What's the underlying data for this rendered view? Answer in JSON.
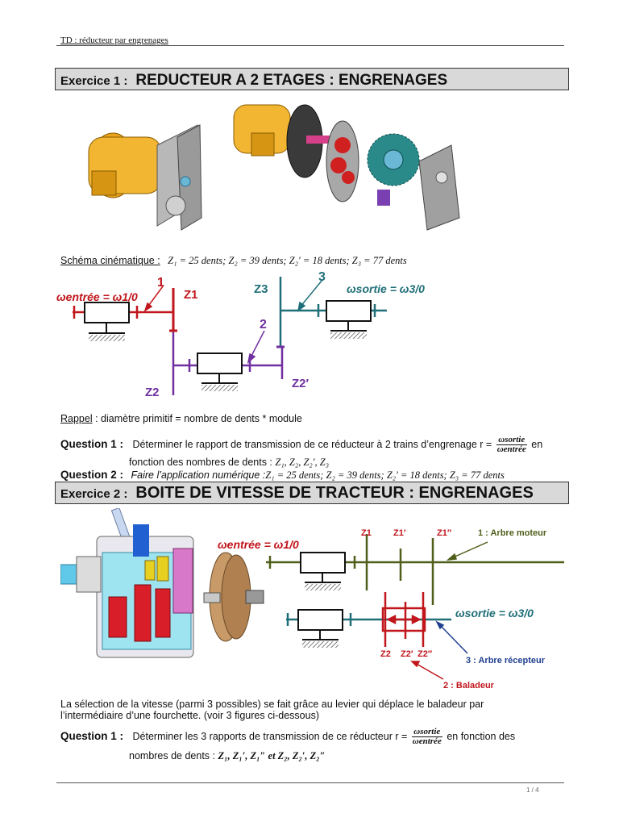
{
  "header": {
    "text": "TD : réducteur par engrenages",
    "page": "1 / 4"
  },
  "ex1": {
    "label": "Exercice 1 :",
    "title": "REDUCTEUR A 2 ETAGES : ENGRENAGES",
    "schema_label": "Schéma cinématique :",
    "schema_values": "Z₁ = 25 dents; Z₂ = 39 dents; Z₂′ = 18 dents; Z₃ = 77 dents",
    "diagram": {
      "omega_in": "ωentrée = ω1/0",
      "omega_out": "ωsortie = ω3/0",
      "n1": "1",
      "n2": "2",
      "n3": "3",
      "z1": "Z1",
      "z2": "Z2",
      "z2p": "Z2′",
      "z3": "Z3"
    },
    "rappel_label": "Rappel",
    "rappel_text": " : diamètre primitif = nombre de dents * module",
    "q1_label": "Question 1 :",
    "q1_text": "Déterminer le rapport de transmission de ce réducteur à 2 trains d’engrenage r =",
    "q1_num": "ωsortie",
    "q1_den": "ωentrée",
    "q1_tail": "en",
    "q1_line2": "fonction des nombres de dents :",
    "q1_line2_math": "Z₁, Z₂, Z₂′, Z₃",
    "q2_label": "Question 2 :",
    "q2_text": "Faire l’application numérique :",
    "q2_math": "Z₁ = 25 dents; Z₂ = 39 dents; Z₂′ = 18 dents; Z₃ = 77 dents"
  },
  "ex2": {
    "label": "Exercice 2 :",
    "title": "BOITE DE VITESSE DE TRACTEUR : ENGRENAGES",
    "diagram": {
      "omega_in": "ωentrée = ω1/0",
      "omega_out": "ωsortie = ω3/0",
      "z1": "Z1",
      "z1p": "Z1′",
      "z1pp": "Z1″",
      "z2": "Z2",
      "z2p": "Z2′",
      "z2pp": "Z2″",
      "arbre_moteur": "1 : Arbre moteur",
      "arbre_recepteur": "3 : Arbre récepteur",
      "baladeur": "2 : Baladeur"
    },
    "selection_line1": "La sélection de la vitesse (parmi 3 possibles) se fait grâce au levier qui déplace le baladeur par",
    "selection_line2": "l’intermédiaire d’une fourchette. (voir 3 figures ci-dessous)",
    "q1_label": "Question 1 :",
    "q1_text": "Déterminer les 3 rapports de transmission de ce réducteur r =",
    "q1_num": "ωsortie",
    "q1_den": "ωentrée",
    "q1_tail": "en fonction des",
    "q1_line2": "nombres de dents :",
    "q1_line2_math": "Z₁, Z₁′, Z₁″ et Z₂, Z₂′, Z₂″"
  },
  "colors": {
    "red": "#c0161c",
    "purple": "#7030a0",
    "teal": "#1f6f78",
    "olive": "#4f5f1a",
    "navy": "#1f3f8f"
  }
}
